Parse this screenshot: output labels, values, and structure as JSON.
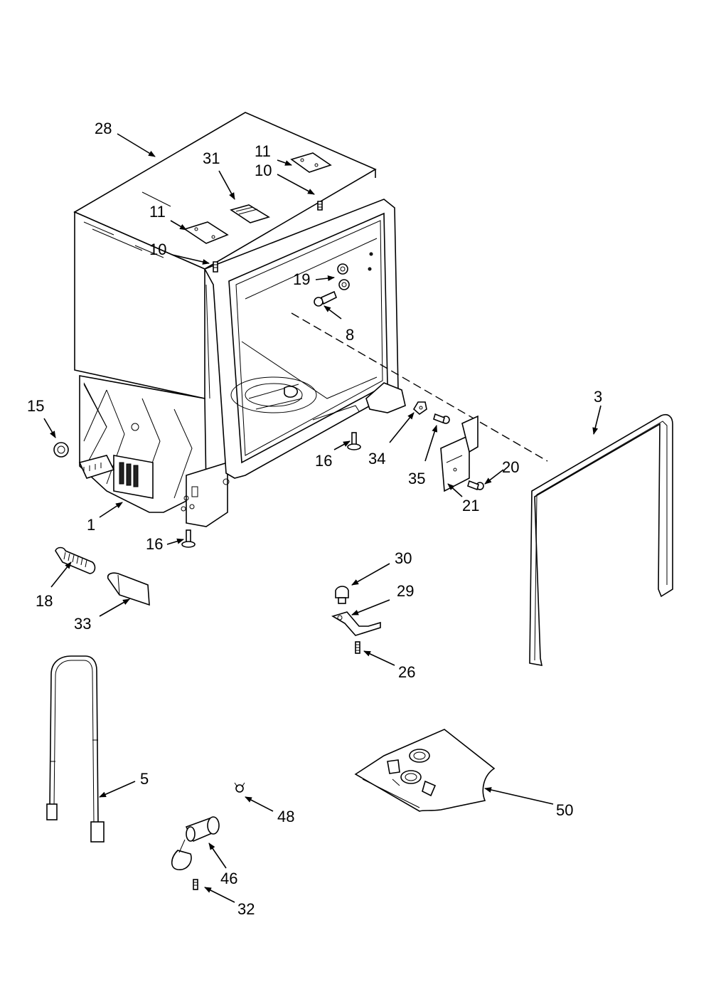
{
  "callouts": {
    "c28": "28",
    "c11a": "11",
    "c31": "31",
    "c10a": "10",
    "c11b": "11",
    "c10b": "10",
    "c19": "19",
    "c8": "8",
    "c3": "3",
    "c15": "15",
    "c16a": "16",
    "c34": "34",
    "c20": "20",
    "c35": "35",
    "c21": "21",
    "c1": "1",
    "c16b": "16",
    "c30": "30",
    "c18": "18",
    "c29": "29",
    "c33": "33",
    "c26": "26",
    "c5": "5",
    "c48": "48",
    "c50": "50",
    "c46": "46",
    "c32": "32"
  }
}
